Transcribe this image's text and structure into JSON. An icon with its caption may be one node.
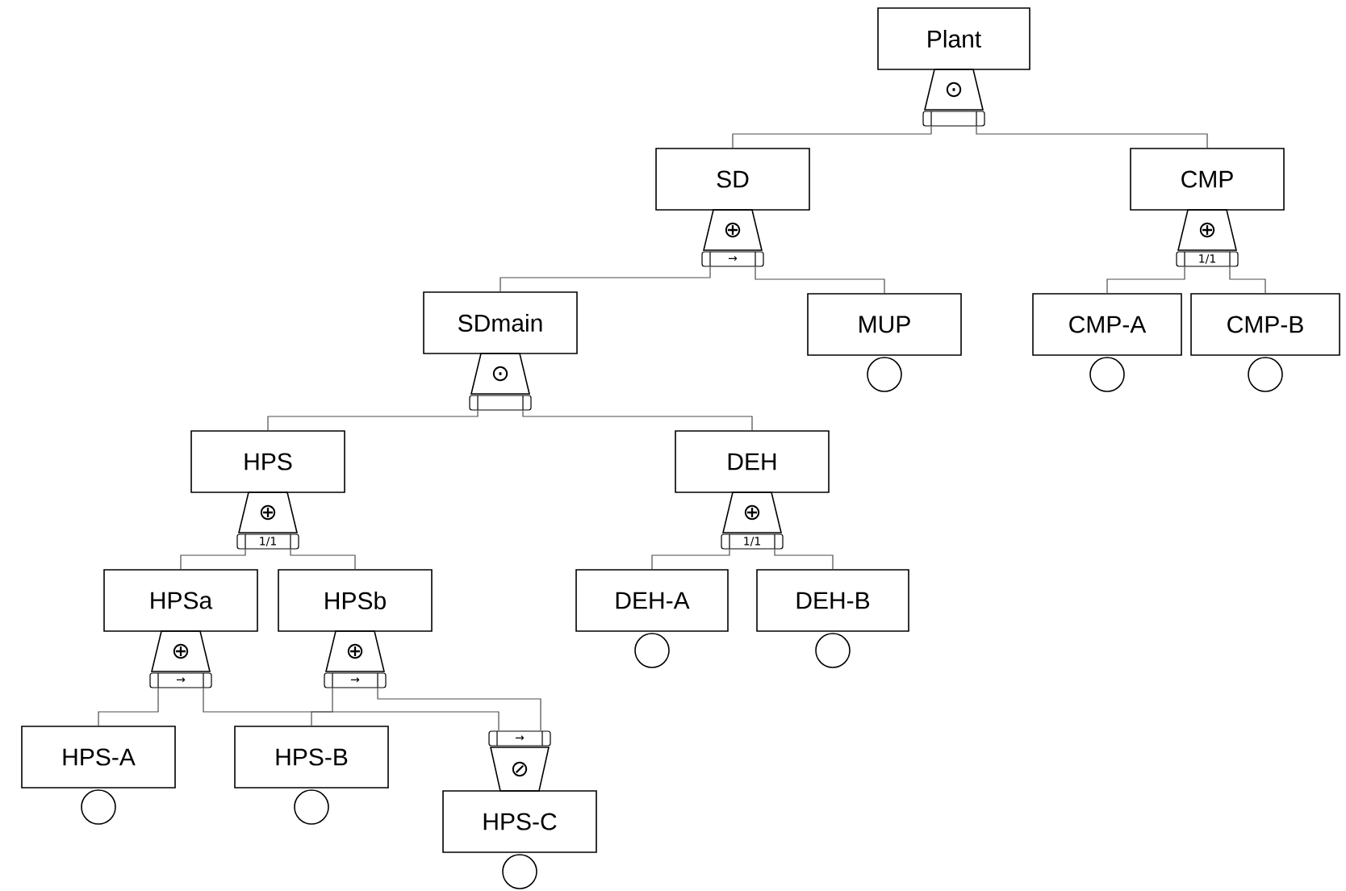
{
  "diagram": {
    "nodes": [
      {
        "text": [
          "Plant"
        ]
      },
      {
        "text": [
          "⊙"
        ]
      },
      {
        "text": [
          "SD"
        ]
      },
      {
        "text": [
          "⊕",
          "→"
        ]
      },
      {
        "text": [
          "CMP"
        ]
      },
      {
        "text": [
          "⊕",
          "1/1"
        ]
      },
      {
        "text": [
          "SDmain"
        ]
      },
      {
        "text": [
          "⊙"
        ]
      },
      {
        "text": [
          "MUP"
        ]
      },
      {
        "text": [],
        "shape": "circle"
      },
      {
        "text": [
          "CMP-A"
        ]
      },
      {
        "text": [],
        "shape": "circle"
      },
      {
        "text": [
          "CMP-B"
        ]
      },
      {
        "text": [],
        "shape": "circle"
      },
      {
        "text": [
          "HPS"
        ]
      },
      {
        "text": [
          "⊕",
          "1/1"
        ]
      },
      {
        "text": [
          "DEH"
        ]
      },
      {
        "text": [
          "⊕",
          "1/1"
        ]
      },
      {
        "text": [
          "HPSa"
        ]
      },
      {
        "text": [
          "⊕",
          "→"
        ]
      },
      {
        "text": [
          "HPSb"
        ]
      },
      {
        "text": [
          "⊕",
          "→"
        ]
      },
      {
        "text": [
          "DEH-A"
        ]
      },
      {
        "text": [],
        "shape": "circle"
      },
      {
        "text": [
          "DEH-B"
        ]
      },
      {
        "text": [],
        "shape": "circle"
      },
      {
        "text": [
          "HPS-A"
        ]
      },
      {
        "text": [],
        "shape": "circle"
      },
      {
        "text": [
          "HPS-B"
        ]
      },
      {
        "text": [],
        "shape": "circle"
      },
      {
        "text": [
          "→",
          "⊘"
        ]
      },
      {
        "text": [
          "HPS-C"
        ]
      },
      {
        "text": [],
        "shape": "circle"
      }
    ],
    "edges": [
      {
        "from": 1,
        "to": 2,
        "arrow": "none"
      },
      {
        "from": 1,
        "to": 4,
        "arrow": "none"
      },
      {
        "from": 3,
        "to": 6,
        "arrow": "none"
      },
      {
        "from": 3,
        "to": 8,
        "arrow": "none"
      },
      {
        "from": 5,
        "to": 10,
        "arrow": "none"
      },
      {
        "from": 5,
        "to": 12,
        "arrow": "none"
      },
      {
        "from": 7,
        "to": 14,
        "arrow": "none"
      },
      {
        "from": 7,
        "to": 16,
        "arrow": "none"
      },
      {
        "from": 15,
        "to": 18,
        "arrow": "none"
      },
      {
        "from": 15,
        "to": 20,
        "arrow": "none"
      },
      {
        "from": 17,
        "to": 22,
        "arrow": "none"
      },
      {
        "from": 17,
        "to": 24,
        "arrow": "none"
      },
      {
        "from": 19,
        "to": 26,
        "arrow": "none"
      },
      {
        "from": 19,
        "to": 30,
        "arrow": "none"
      },
      {
        "from": 21,
        "to": 28,
        "arrow": "none"
      },
      {
        "from": 21,
        "to": 30,
        "arrow": "none"
      }
    ]
  }
}
